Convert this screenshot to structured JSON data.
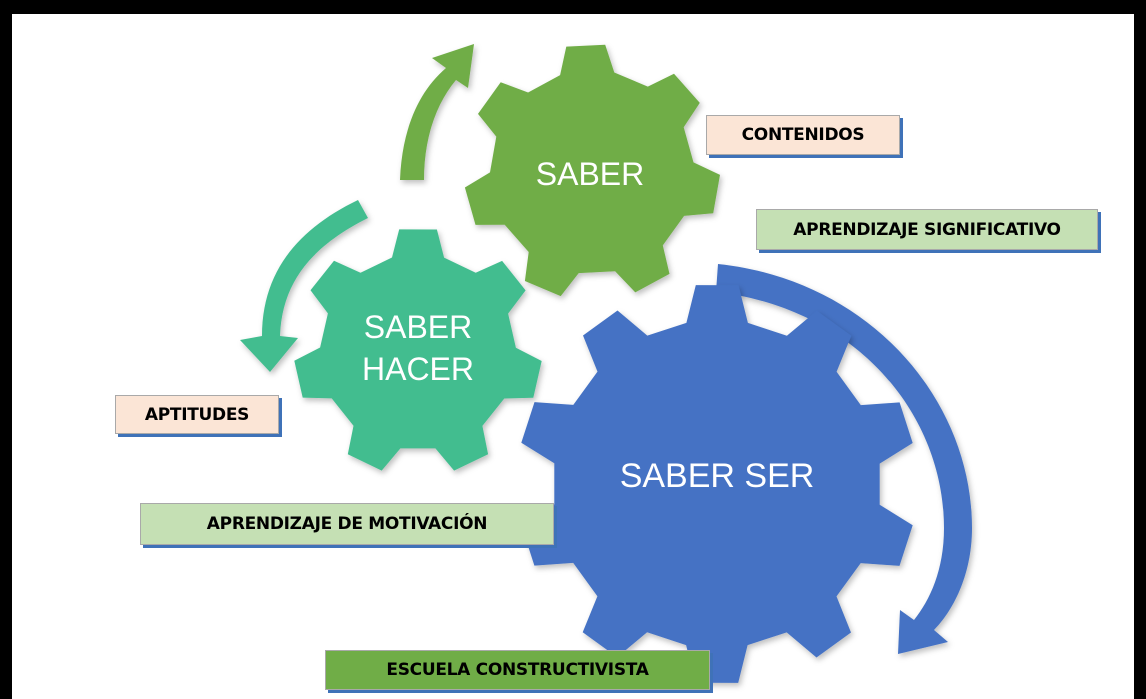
{
  "gears": {
    "saber": {
      "label": "SABER",
      "color": "#70ad47"
    },
    "saber_hacer": {
      "line1": "SABER",
      "line2": "HACER",
      "color": "#43bd8f"
    },
    "saber_ser": {
      "label": "SABER SER",
      "color": "#4472c4"
    }
  },
  "arrows": {
    "upper_color": "#70ad47",
    "left_color": "#43bd8f",
    "right_color": "#4472c4"
  },
  "tags": {
    "contenidos": {
      "text": "CONTENIDOS",
      "bg": "#fbe5d6"
    },
    "aprendizaje_significativo": {
      "text": "APRENDIZAJE SIGNIFICATIVO",
      "bg": "#c5e0b4"
    },
    "aptitudes": {
      "text": "APTITUDES",
      "bg": "#fbe5d6"
    },
    "aprendizaje_motivacion": {
      "text": "APRENDIZAJE DE MOTIVACIÓN",
      "bg": "#c5e0b4"
    },
    "escuela_constructivista": {
      "text": "ESCUELA CONSTRUCTIVISTA",
      "bg": "#70ad47"
    }
  }
}
